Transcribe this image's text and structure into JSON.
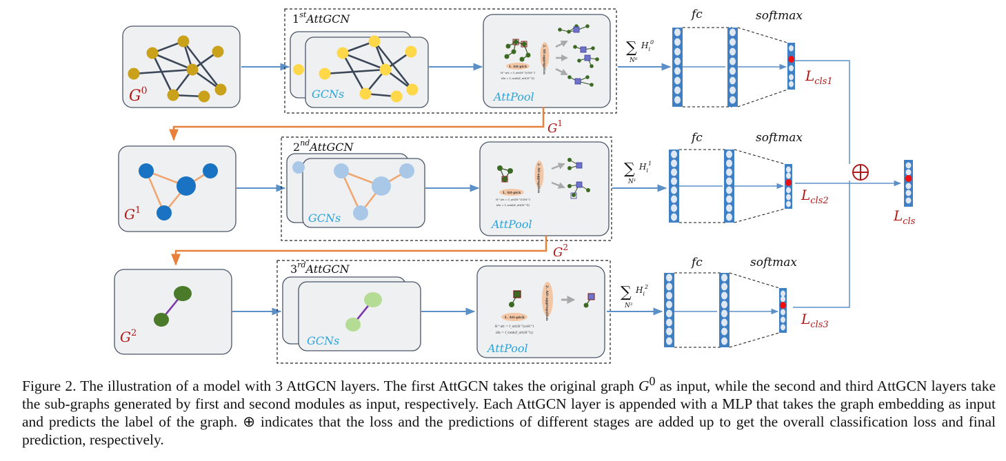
{
  "layers": [
    {
      "input_graph": {
        "label": "G",
        "sup": "0"
      },
      "attgcn": {
        "ordinal": "1",
        "ordinal_sup": "st",
        "name": "AttGCN"
      },
      "gcns_label": "GCNs",
      "attpool_label": "AttPool",
      "output_graph": {
        "label": "G",
        "sup": "1"
      },
      "sum_label": {
        "sub": "N⁰",
        "h": "H",
        "h_sub": "i",
        "h_sup": "0"
      },
      "fc_label": "fc",
      "softmax_label": "softmax",
      "loss": {
        "label": "L",
        "sub": "cls1"
      }
    },
    {
      "input_graph": {
        "label": "G",
        "sup": "1"
      },
      "attgcn": {
        "ordinal": "2",
        "ordinal_sup": "nd",
        "name": "AttGCN"
      },
      "gcns_label": "GCNs",
      "attpool_label": "AttPool",
      "output_graph": {
        "label": "G",
        "sup": "2"
      },
      "sum_label": {
        "sub": "N¹",
        "h": "H",
        "h_sub": "i",
        "h_sup": "1"
      },
      "fc_label": "fc",
      "softmax_label": "softmax",
      "loss": {
        "label": "L",
        "sub": "cls2"
      }
    },
    {
      "input_graph": {
        "label": "G",
        "sup": "2"
      },
      "attgcn": {
        "ordinal": "3",
        "ordinal_sup": "rd",
        "name": "AttGCN"
      },
      "gcns_label": "GCNs",
      "attpool_label": "AttPool",
      "sum_label": {
        "sub": "N²",
        "h": "H",
        "h_sub": "i",
        "h_sup": "2"
      },
      "fc_label": "fc",
      "softmax_label": "softmax",
      "loss": {
        "label": "L",
        "sub": "cls3"
      }
    }
  ],
  "attpool_inner": {
    "att_pick": "1. Att-pick",
    "att_aggregation": "2. Att-aggregation",
    "formula_1": "H^att = f_att(H^l)⊙H^l",
    "formula_2": "idx = f_rank(f_att(H^l))"
  },
  "combine": {
    "symbol": "⊕",
    "loss": {
      "label": "L",
      "sub": "cls"
    }
  },
  "caption": {
    "fig_label": "Figure 2.",
    "text_1": " The illustration of a model with 3 AttGCN layers. The first AttGCN takes the original graph ",
    "g_label": "G",
    "g_sup": "0",
    "text_2": " as input, while the second and third AttGCN layers take the sub-graphs generated by first and second modules as input, respectively. Each AttGCN layer is appended with a MLP that takes the graph embedding as input and predicts the label of the graph. ",
    "oplus": "⊕",
    "text_3": " indicates that the loss and the predictions of different stages are added up to get the overall classification loss and final prediction, respectively."
  },
  "colors": {
    "panel_bg": "#eef0f2",
    "panel_border": "#4a5566",
    "blue_arrow": "#5b8fc8",
    "orange_arrow": "#e8803a",
    "red_label": "#b01818",
    "cyan_label": "#2ba3dc",
    "mlp_fill": "#3f7fc4",
    "softmax_dot": "#ee1111",
    "g0_node": "#c9a11a",
    "g0_edge": "#3b4656",
    "g0_gcn_node": "#ffd84a",
    "g1_node": "#1a73c2",
    "g1_edge": "#f0a670",
    "g1_gcn_node": "#a9c8e8",
    "g2_node": "#4a7a2a",
    "g2_edge": "#7b3aa8",
    "g2_gcn_node": "#b5dc94"
  }
}
